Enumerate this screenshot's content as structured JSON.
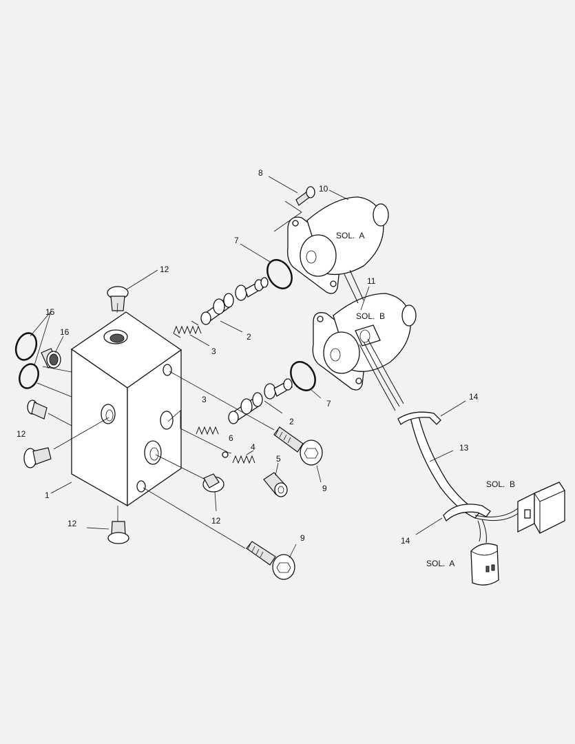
{
  "diagram": {
    "part_numbers": [
      "1",
      "2",
      "3",
      "4",
      "5",
      "6",
      "7",
      "8",
      "9",
      "10",
      "11",
      "12",
      "13",
      "14",
      "15",
      "16"
    ],
    "callouts": {
      "c8": "8",
      "c10": "10",
      "c7a": "7",
      "c12a": "12",
      "c11": "11",
      "c15": "15",
      "c16": "16",
      "c2a": "2",
      "c3a": "3",
      "c14a": "14",
      "c13": "13",
      "c3b": "3",
      "c7b": "7",
      "c2b": "2",
      "c12b": "12",
      "c6": "6",
      "c4": "4",
      "c5": "5",
      "c9a": "9",
      "c1": "1",
      "c12c": "12",
      "c12d": "12",
      "c14b": "14",
      "c9b": "9"
    },
    "labels": {
      "sol_a_top": "SOL.  A",
      "sol_b_top": "SOL.  B",
      "sol_b_conn": "SOL.  B",
      "sol_a_conn": "SOL.  A"
    }
  }
}
